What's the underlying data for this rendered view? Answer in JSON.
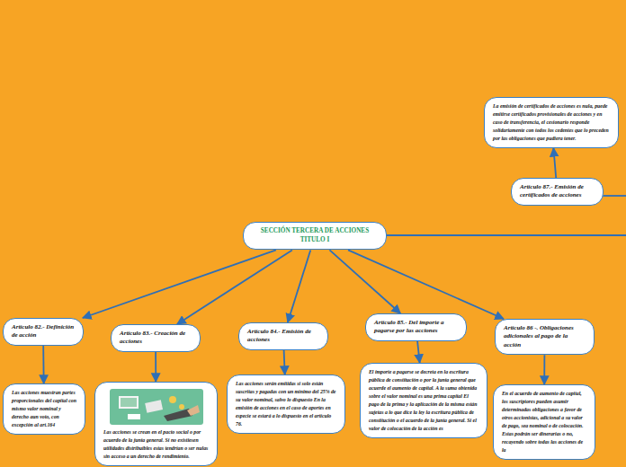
{
  "diagram": {
    "nodes": [
      {
        "text": [
          "SECCIÓN TERCERA DE ACCIONES TITULO I"
        ]
      },
      {
        "text": [
          "Artículo 82.- Definición de acción"
        ]
      },
      {
        "text": [
          "Artículo 83.- Creación de acciones"
        ]
      },
      {
        "text": [
          "Artículo 84.- Emisión de acciones"
        ]
      },
      {
        "text": [
          "Artículo 85.- Del importe a pagarse por las acciones"
        ]
      },
      {
        "text": [
          "Artículo 86 -. Obligaciones adicionales al pago de la acción"
        ]
      },
      {
        "text": [
          "Artículo 87.- Emisión de certificados de acciones"
        ]
      },
      {
        "text": [
          "La emisión de certificados de acciones es nula, puede emitirse certificados provisionales de acciones y en caso de transferencia, el cesionario responde solidariamente con todos los cedentes que lo preceden por las obligaciones que pudiera tener."
        ]
      },
      {
        "text": [
          "Las acciones muestran partes proporcionales del capital con mismo valor nominal y derecho aun voto, con excepción al art.164"
        ]
      },
      {
        "text": [
          "Las acciones se crean en el pacto social o por acuerdo de la junta general. Si no existiesen utilidades distribuibles estas tendrían o ser nulas sin acceso a un derecho de rendimiento."
        ]
      },
      {
        "text": [
          "Las acciones serán emitidas si solo están suscritas y pagadas con un mínimo del 25% de su valor nominal, salvo lo dispuesto En la emisión de acciones en el caso de aportes en especie se estará a lo dispuesto en el artículo 76."
        ]
      },
      {
        "text": [
          "El importe a pagarse se decreta en la escritura pública de constitución o por la junta general que acuerde el aumento de capital. A la suma obtenida sobre el valor nominal es una prima capital El pago de la prima y la aplicación de la misma están sujetas a lo que dice la ley la escritura pública de constitución o el acuerdo de la junta general. Si el valor de colocación de la acción es"
        ]
      },
      {
        "text": [
          "En el acuerdo de aumento de capital, los suscriptores pueden asumir determinadas obligaciones a favor de otros accionistas, adicional a su valor de pago, sea nominal o de colocación. Estas podrán ser dinerarias o no, recayendo sobre todas las acciones de la"
        ]
      }
    ],
    "edges": [
      {
        "from": 0,
        "to": 1,
        "arrow": "to"
      },
      {
        "from": 0,
        "to": 2,
        "arrow": "to"
      },
      {
        "from": 0,
        "to": 3,
        "arrow": "to"
      },
      {
        "from": 0,
        "to": 4,
        "arrow": "to"
      },
      {
        "from": 0,
        "to": 5,
        "arrow": "to"
      },
      {
        "from": 6,
        "to": 7,
        "arrow": "to"
      },
      {
        "from": 1,
        "to": 8,
        "arrow": "to"
      },
      {
        "from": 2,
        "to": 9,
        "arrow": "to"
      },
      {
        "from": 3,
        "to": 10,
        "arrow": "to"
      },
      {
        "from": 4,
        "to": 11,
        "arrow": "to"
      },
      {
        "from": 5,
        "to": 12,
        "arrow": "to"
      }
    ]
  }
}
